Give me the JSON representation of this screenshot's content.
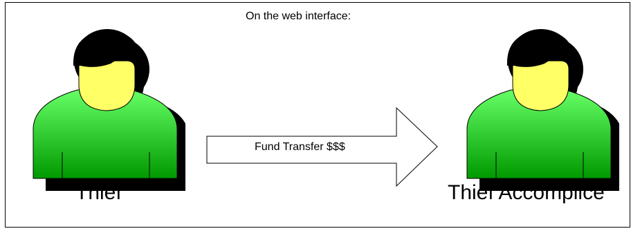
{
  "caption": "On the web interface:",
  "left_person": {
    "label": "Thief",
    "icon": "person-icon"
  },
  "right_person": {
    "label": "Thief Accomplice",
    "icon": "person-icon"
  },
  "transfer_arrow": {
    "label": "Fund Transfer $$$",
    "icon": "right-arrow-icon"
  },
  "colors": {
    "hair": "#000000",
    "face": "#ffff66",
    "shirt_top": "#66ff66",
    "shirt_bottom": "#009900",
    "outline": "#000000",
    "background": "#ffffff"
  }
}
